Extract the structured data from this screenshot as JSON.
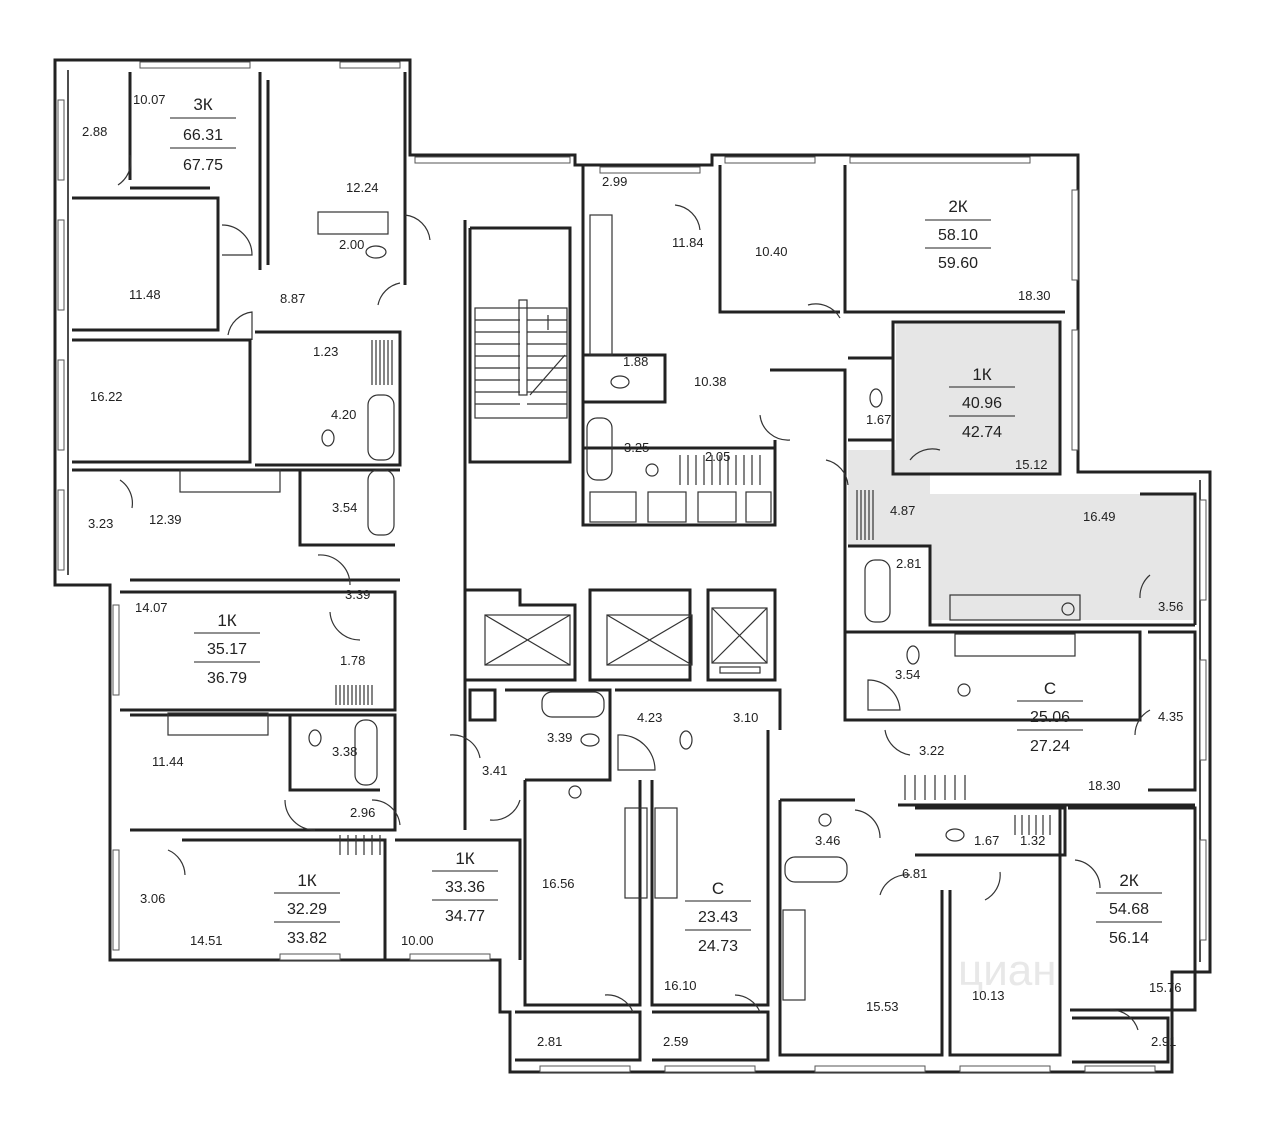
{
  "watermark": "циан",
  "apartments": [
    {
      "code": "3К",
      "living": "66.31",
      "total": "67.75"
    },
    {
      "code": "2К",
      "living": "58.10",
      "total": "59.60"
    },
    {
      "code": "1К",
      "living": "40.96",
      "total": "42.74"
    },
    {
      "code": "1К",
      "living": "35.17",
      "total": "36.79"
    },
    {
      "code": "С",
      "living": "25.06",
      "total": "27.24"
    },
    {
      "code": "1К",
      "living": "33.36",
      "total": "34.77"
    },
    {
      "code": "С",
      "living": "23.43",
      "total": "24.73"
    },
    {
      "code": "1К",
      "living": "32.29",
      "total": "33.82"
    },
    {
      "code": "2К",
      "living": "54.68",
      "total": "56.14"
    }
  ],
  "rooms": [
    "10.07",
    "2.88",
    "12.24",
    "2.00",
    "11.48",
    "8.87",
    "16.22",
    "1.23",
    "4.20",
    "3.23",
    "12.39",
    "3.54",
    "3.39",
    "14.07",
    "1.78",
    "11.44",
    "3.38",
    "2.96",
    "3.06",
    "14.51",
    "10.00",
    "2.99",
    "11.84",
    "10.40",
    "18.30",
    "1.88",
    "10.38",
    "3.25",
    "2.05",
    "1.67",
    "15.12",
    "4.87",
    "16.49",
    "2.81",
    "3.56",
    "3.54",
    "4.35",
    "3.22",
    "18.30",
    "3.39",
    "4.23",
    "3.10",
    "3.41",
    "16.56",
    "3.46",
    "1.67",
    "1.32",
    "6.81",
    "16.10",
    "15.53",
    "10.13",
    "15.76",
    "2.81",
    "2.59",
    "2.91"
  ]
}
